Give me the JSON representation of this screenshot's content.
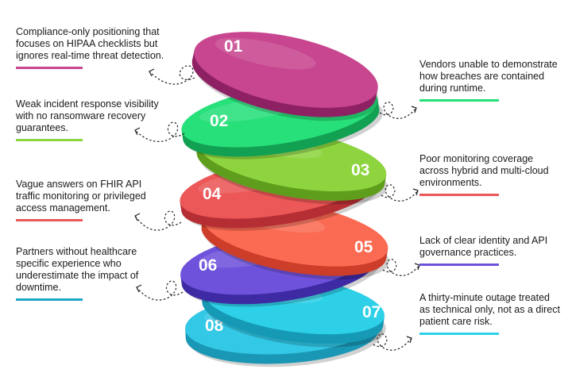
{
  "layers": [
    {
      "number": "01",
      "top": "#c8468f",
      "side": "#8e2163"
    },
    {
      "number": "02",
      "top": "#27e07a",
      "side": "#12a152"
    },
    {
      "number": "03",
      "top": "#8ed43f",
      "side": "#5f9e1d"
    },
    {
      "number": "04",
      "top": "#ec5757",
      "side": "#b52e34"
    },
    {
      "number": "05",
      "top": "#fb6a52",
      "side": "#cc3d2a"
    },
    {
      "number": "06",
      "top": "#6f52dc",
      "side": "#3e2aa3"
    },
    {
      "number": "07",
      "top": "#2ed0e8",
      "side": "#1599b5"
    },
    {
      "number": "08",
      "top": "#33c8e6",
      "side": "#1b97b6"
    }
  ],
  "notes": [
    {
      "text": "Compliance-only positioning that focuses on HIPAA checklists but ignores real-time threat detection.",
      "color": "#c8468f"
    },
    {
      "text": "Vendors unable to demonstrate how breaches are contained during runtime.",
      "color": "#27e07a"
    },
    {
      "text": "Weak incident response visibility with no ransomware recovery guarantees.",
      "color": "#8ed43f"
    },
    {
      "text": "Poor monitoring coverage across hybrid and multi-cloud environments.",
      "color": "#ec5757"
    },
    {
      "text": "Vague answers on FHIR API traffic monitoring or privileged access management.",
      "color": "#ec5757"
    },
    {
      "text": "Lack of clear identity and API governance practices.",
      "color": "#6f52dc"
    },
    {
      "text": "Partners without healthcare specific experience who underestimate the impact of downtime.",
      "color": "#1fa7c9"
    },
    {
      "text": "A thirty-minute outage treated as technical only, not as a direct patient care risk.",
      "color": "#2ed0e8"
    }
  ]
}
